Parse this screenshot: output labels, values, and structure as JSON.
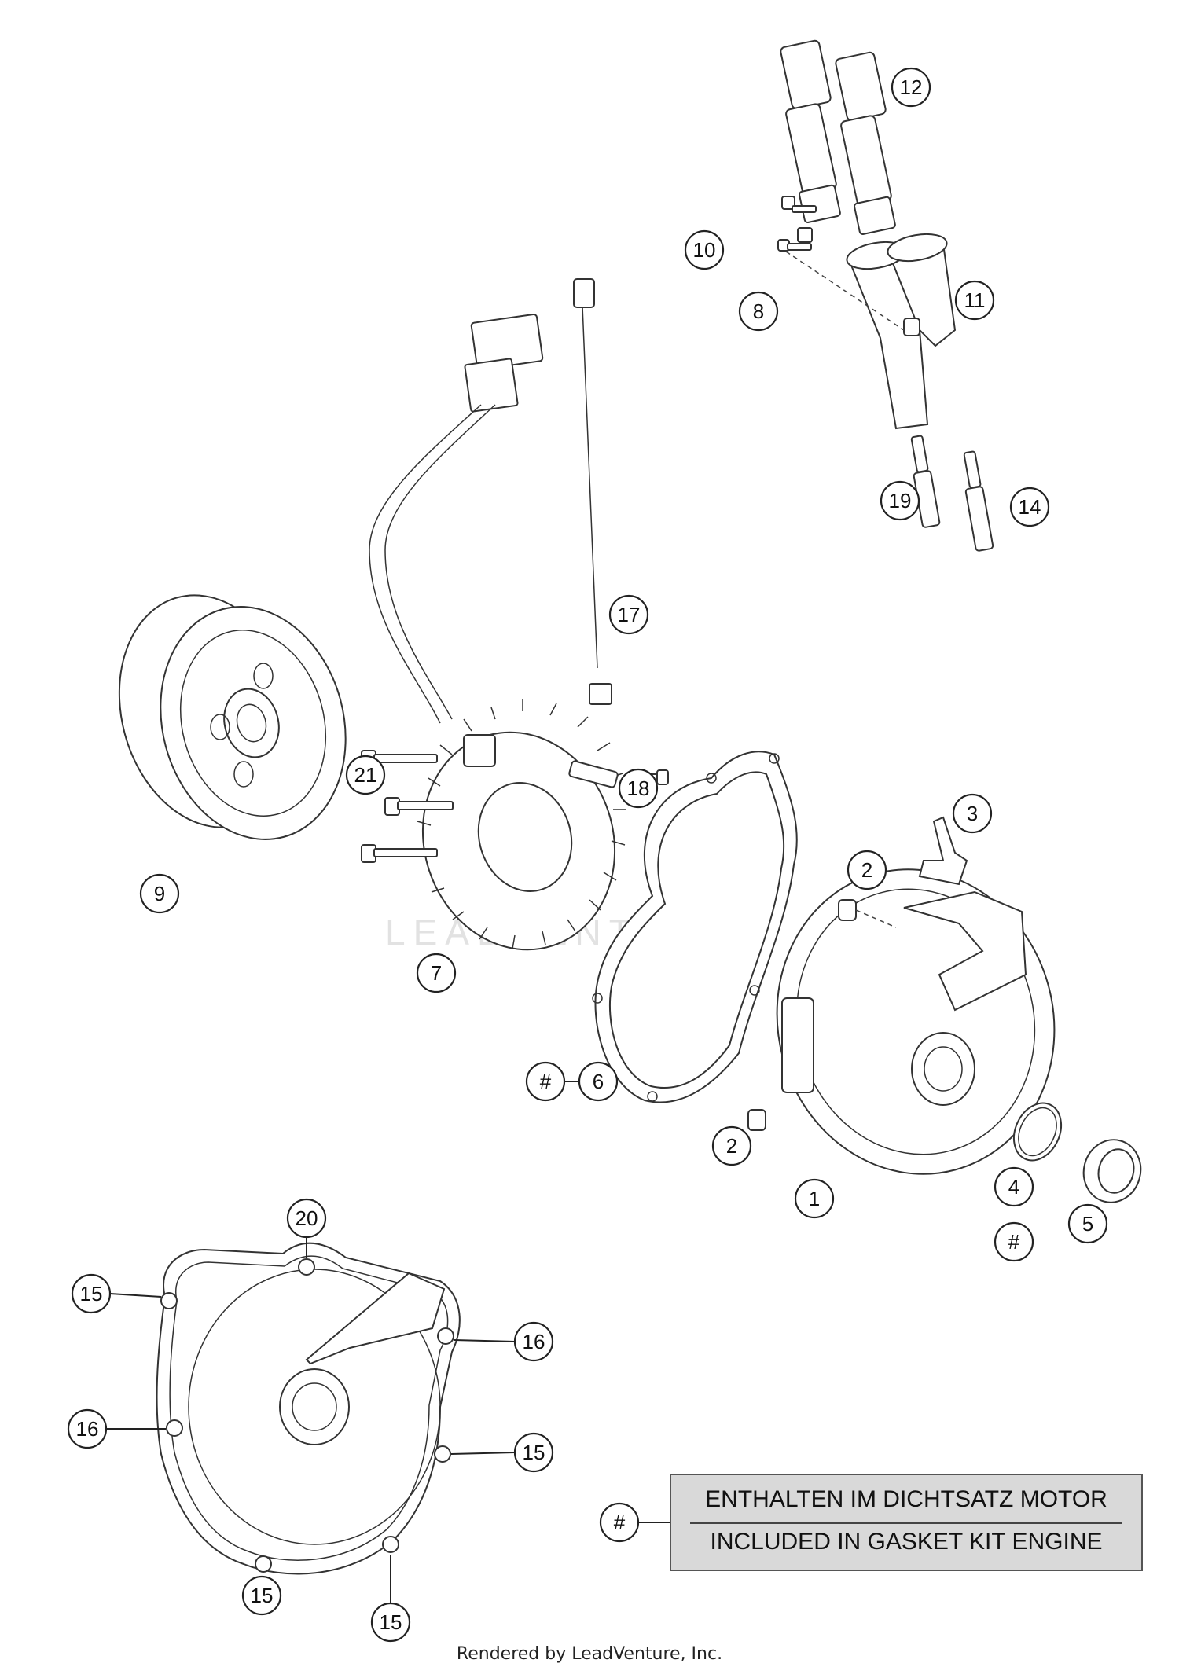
{
  "diagram": {
    "watermark": "LEADVENTURE",
    "callouts": {
      "c1": "1",
      "c2a": "2",
      "c2b": "2",
      "c3": "3",
      "c4": "4",
      "c4hash": "#",
      "c5": "5",
      "c6": "6",
      "c6hash": "#",
      "c7": "7",
      "c8": "8",
      "c9": "9",
      "c10": "10",
      "c11": "11",
      "c12": "12",
      "c14": "14",
      "c15a": "15",
      "c15b": "15",
      "c15c": "15",
      "c15d": "15",
      "c16a": "16",
      "c16b": "16",
      "c17": "17",
      "c18": "18",
      "c19": "19",
      "c20": "20",
      "c21": "21"
    }
  },
  "legend": {
    "symbol": "#",
    "line1": "ENTHALTEN IM DICHTSATZ MOTOR",
    "line2": "INCLUDED IN GASKET KIT ENGINE"
  },
  "footer": {
    "credit": "Rendered by LeadVenture, Inc."
  }
}
